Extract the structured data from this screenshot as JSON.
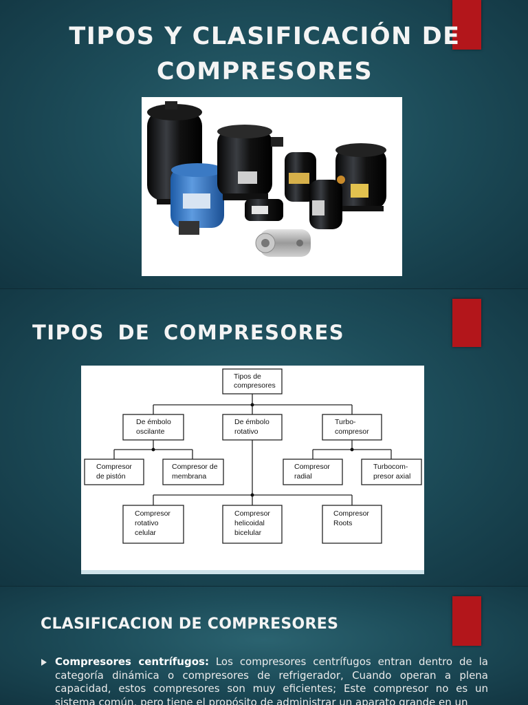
{
  "slide1": {
    "title_line1": "TIPOS Y CLASIFICACIÓN DE",
    "title_line2": "COMPRESORES"
  },
  "slide2": {
    "title": "TIPOS  DE  COMPRESORES",
    "diagram": {
      "root": [
        "Tipos de",
        "compresores"
      ],
      "level1": [
        [
          "De émbolo",
          "oscilante"
        ],
        [
          "De émbolo",
          "rotativo"
        ],
        [
          "Turbo-",
          "compresor"
        ]
      ],
      "oscilante_children": [
        [
          "Compresor",
          "de pistón"
        ],
        [
          "Compresor de",
          "membrana"
        ]
      ],
      "turbo_children": [
        [
          "Compresor",
          "radial"
        ],
        [
          "Turbocom-",
          "presor axial"
        ]
      ],
      "rotativo_children": [
        [
          "Compresor",
          "rotativo",
          "celular"
        ],
        [
          "Compresor",
          "helicoidal",
          "bicelular"
        ],
        [
          "Compresor",
          "Roots"
        ]
      ]
    }
  },
  "slide3": {
    "title": "CLASIFICACION DE COMPRESORES",
    "bullet_term": "Compresores centrífugos:",
    "bullet_text": " Los compresores centrífugos entran dentro de la categoría dinámica o compresores de refrigerador, Cuando operan a plena capacidad, estos compresores son muy eficientes; Este compresor no es un sistema común, pero tiene el propósito de administrar un aparato grande en un"
  },
  "colors": {
    "accent_red": "#b3161b",
    "background": "#1d4d5a",
    "text": "#f4f4f4"
  }
}
